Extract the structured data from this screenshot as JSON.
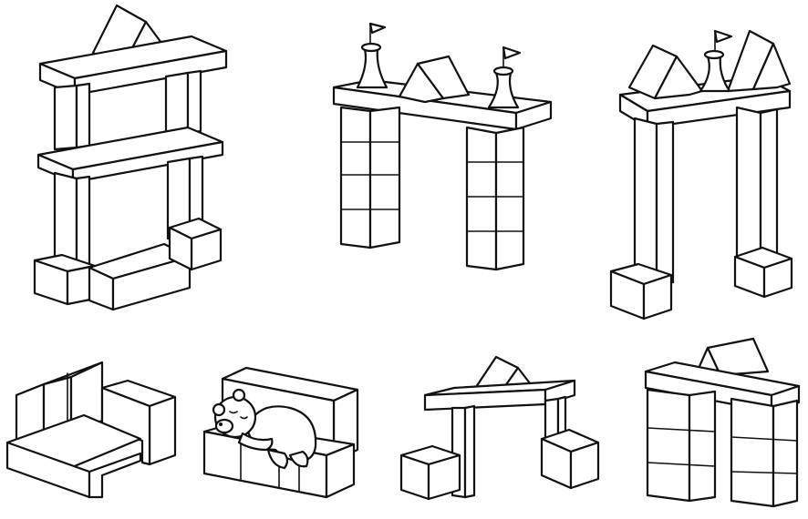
{
  "colors": {
    "background": "#ffffff",
    "ink": "#111111"
  },
  "scene": {
    "structures": [
      {
        "id": "tall-double-gate",
        "row": "top"
      },
      {
        "id": "flag-gate",
        "row": "top"
      },
      {
        "id": "tall-roof-gate",
        "row": "top"
      },
      {
        "id": "chair",
        "row": "bottom"
      },
      {
        "id": "sofa-with-bear",
        "row": "bottom"
      },
      {
        "id": "small-gate",
        "row": "bottom"
      },
      {
        "id": "wide-roof-gate",
        "row": "bottom"
      }
    ]
  }
}
